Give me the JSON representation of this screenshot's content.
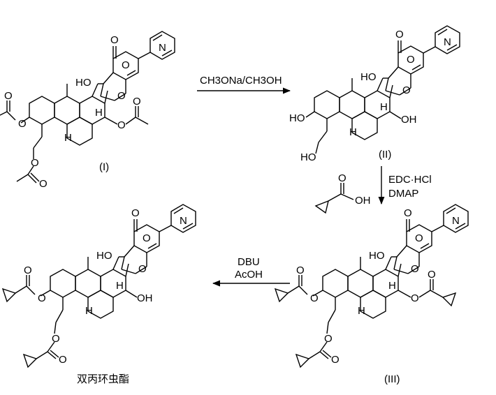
{
  "labels": {
    "compound_1": "(I)",
    "compound_2": "(II)",
    "compound_3": "(III)",
    "product": "双丙环虫酯"
  },
  "step1": {
    "reagent": "CH3ONa/CH3OH"
  },
  "step2": {
    "reagent_line1": "EDC·HCl",
    "reagent_line2": "DMAP",
    "acid_label": "OH"
  },
  "step3": {
    "reagent_line1": "DBU",
    "reagent_line2": "AcOH"
  },
  "atoms": {
    "N": "N",
    "O": "O",
    "H": "H",
    "OH": "OH",
    "HO": "HO"
  }
}
